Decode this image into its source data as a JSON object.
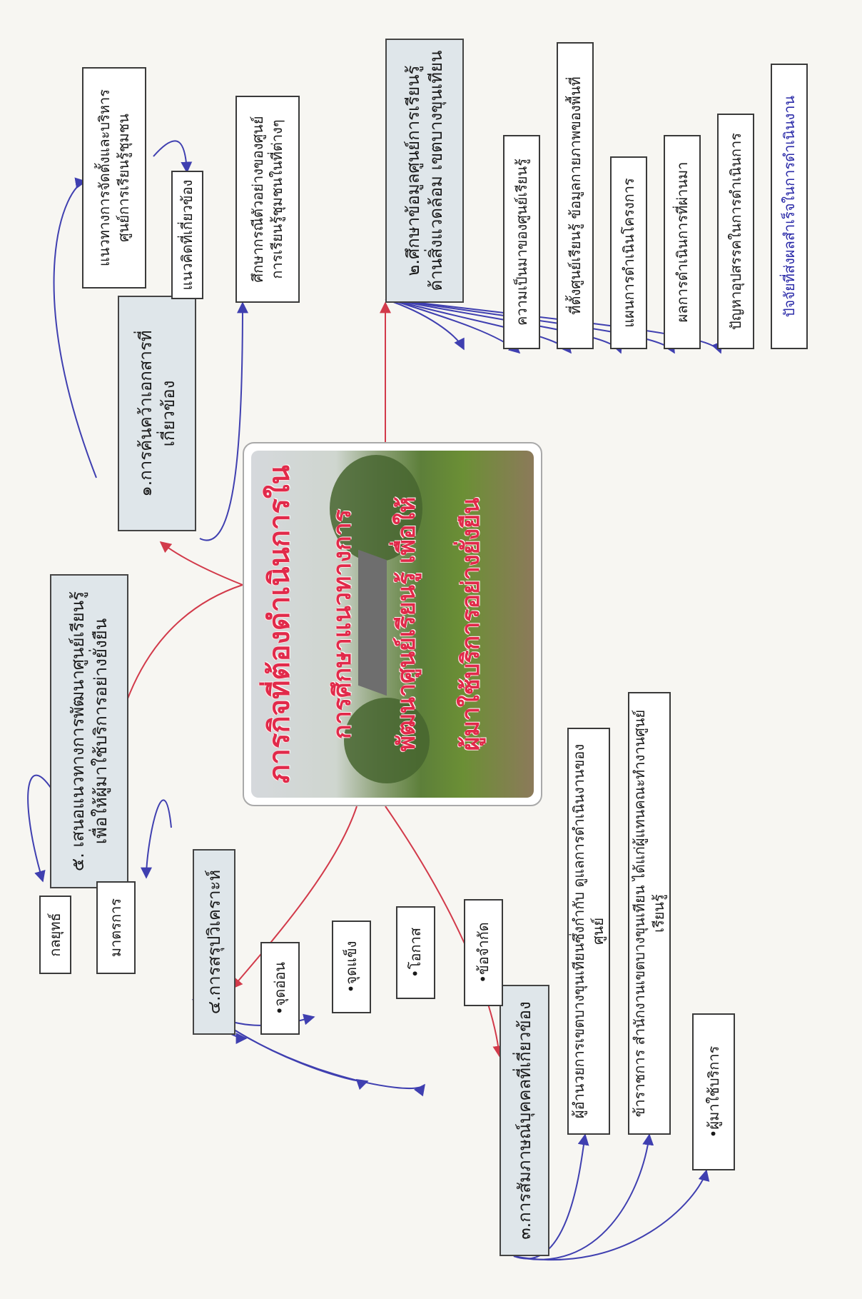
{
  "center": {
    "line1": "ภารกิจที่ต้องดำเนินการใน",
    "line2": "การศึกษาแนวทางการ",
    "line3": "พัฒนาศูนย์เรียนรู้ เพื่อให้",
    "line4": "ผู้มาใช้บริการอย่างยั่งยืน"
  },
  "nodes": {
    "n1": "๑.การค้นคว้าเอกสารที่เกี่ยวข้อง",
    "n1a": "แนวทางการจัดตั้งและบริหารศูนย์การเรียนรู้ชุมชน",
    "n1b": "แนวคิดที่เกี่ยวข้อง",
    "n1c": "ศึกษากรณีตัวอย่างของศูนย์การเรียนรู้ชุมชนในที่ต่างๆ",
    "n2": "๒.ศึกษาข้อมูลศูนย์การเรียนรู้ ด้านสิ่งแวดล้อม เขตบางขุนเทียน",
    "n2a": "ความเป็นมาของศูนย์เรียนรู้",
    "n2b": "ที่ตั้งศูนย์เรียนรู้ ข้อมูลกายภาพของพื้นที่",
    "n2c": "แผนการดำเนินโครงการ",
    "n2d": "ผลการดำเนินการที่ผ่านมา",
    "n2e": "ปัญหาอุปสรรคในการดำเนินการ",
    "n2f": "ปัจจัยที่ส่งผลสำเร็จในการดำเนินงาน",
    "n3": "๓.การสัมภาษณ์บุคคลที่เกี่ยวข้อง",
    "n3a": "ผู้อำนวยการเขตบางขุนเทียนซึ่งกำกับ ดูแลการดำเนินงานของศูนย์",
    "n3b": "ข้าราชการ สำนักงานเขตบางขุนเทียน ได้แก่ผู้แทนคณะทำงานศูนย์เรียนรู้",
    "n3c": "•ผู้มาใช้บริการ",
    "n4": "๔.การสรุปวิเคราะห์",
    "n4a": "•จุดอ่อน",
    "n4b": "•จุดแข็ง",
    "n4c": "•โอกาส",
    "n4d": "•ข้อจำกัด",
    "n5": "๕. เสนอแนวทางการพัฒนาศูนย์เรียนรู้เพื่อให้ผู้มาใช้บริการอย่างยั่งยืน",
    "n5a": "กลยุทธ์",
    "n5b": "มาตรการ"
  },
  "colors": {
    "red_connector": "#d23a4a",
    "blue_connector": "#3f3fb0",
    "center_title": "#e12a4a",
    "main_box_fill": "#dfe6ea"
  }
}
